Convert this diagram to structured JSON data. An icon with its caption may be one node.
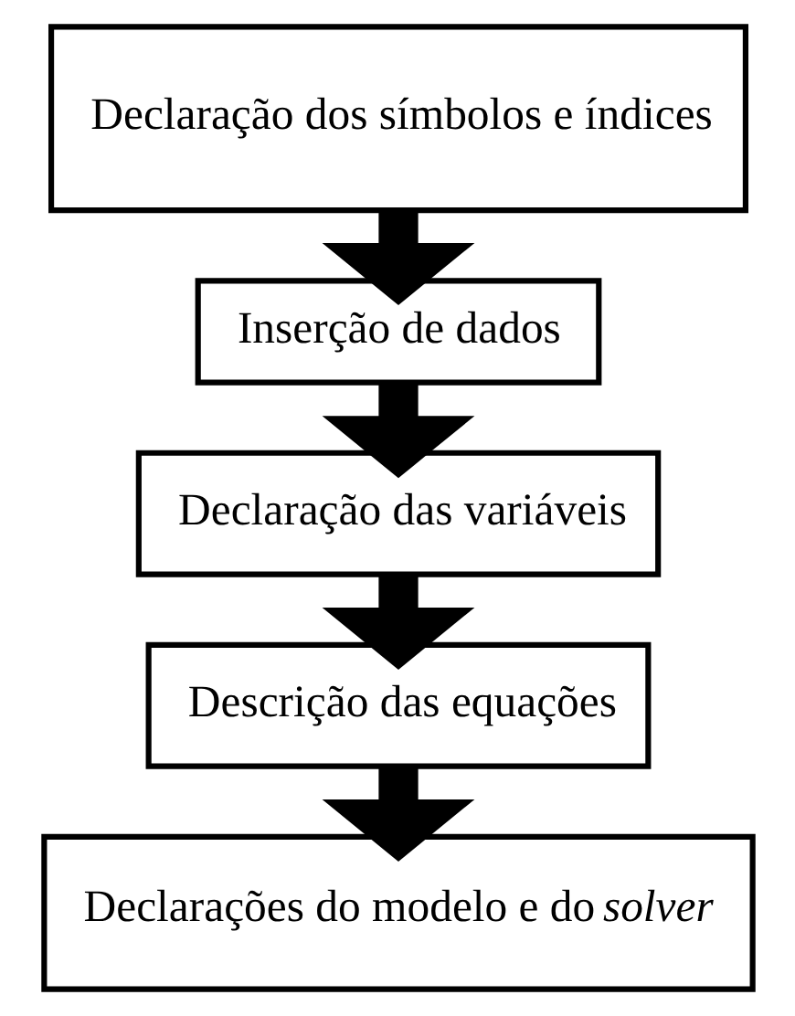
{
  "diagram": {
    "nodes": [
      {
        "text": [
          "Declaração dos símbolos e índices"
        ]
      },
      {
        "text": [
          "Inserção de dados"
        ]
      },
      {
        "text": [
          "Declaração das variáveis"
        ]
      },
      {
        "text": [
          "Descrição das equações"
        ]
      },
      {
        "text": [
          "Declarações do modelo e do *solver*"
        ]
      }
    ],
    "edges": [
      {
        "from": 0,
        "to": 1,
        "arrow": "to"
      },
      {
        "from": 1,
        "to": 2,
        "arrow": "to"
      },
      {
        "from": 2,
        "to": 3,
        "arrow": "to"
      },
      {
        "from": 3,
        "to": 4,
        "arrow": "to"
      }
    ]
  }
}
